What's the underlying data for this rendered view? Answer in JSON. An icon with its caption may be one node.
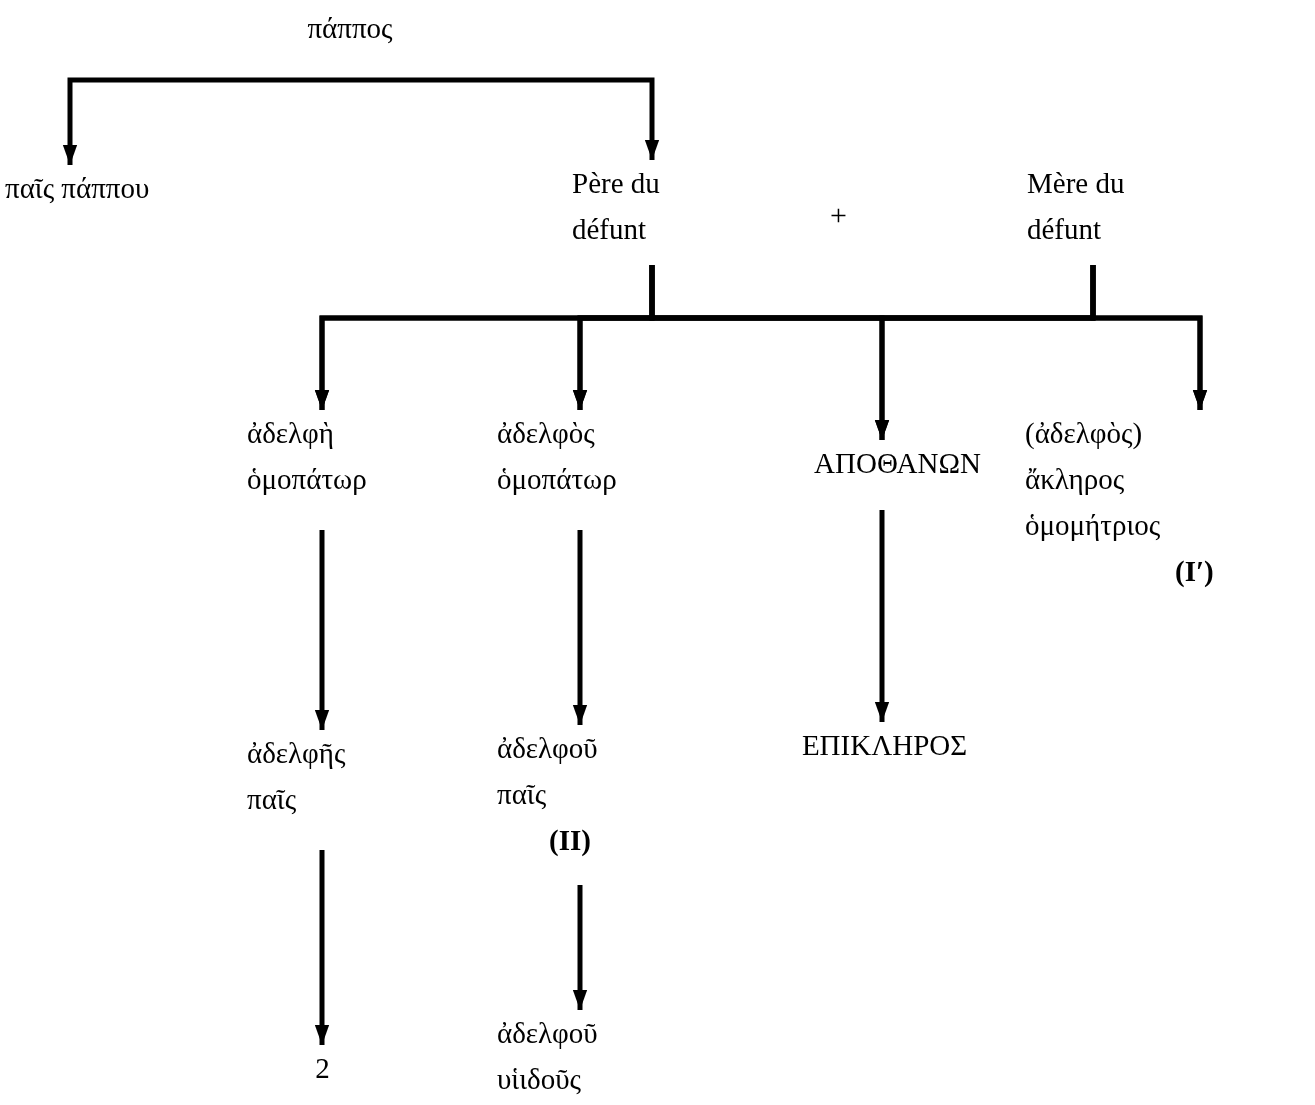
{
  "diagram": {
    "nodes": [
      {
        "text": [
          "πάππος"
        ]
      },
      {
        "text": [
          "παῖς πάππου"
        ]
      },
      {
        "text": [
          "Père du défunt"
        ]
      },
      {
        "text": [
          "Mère du défunt"
        ]
      },
      {
        "text": [
          "ἀδελφὴ ὁμοπάτωρ"
        ]
      },
      {
        "text": [
          "ἀδελφὸς ὁμοπάτωρ"
        ]
      },
      {
        "text": [
          "ΑΠΟΘΑΝΩΝ"
        ]
      },
      {
        "text": [
          "(ἀδελφὸς) ἄκληρος ὁμομήτριος",
          "(I′)"
        ]
      },
      {
        "text": [
          "ἀδελφῆς παῖς"
        ]
      },
      {
        "text": [
          "ἀδελφοῦ παῖς",
          "(II)"
        ]
      },
      {
        "text": [
          "ΕΠΙΚΛΗΡΟΣ"
        ]
      },
      {
        "text": [
          "2"
        ]
      },
      {
        "text": [
          "ἀδελφοῦ υἱιδοῦς"
        ]
      }
    ],
    "edges": [
      {
        "from": 0,
        "to": 1,
        "arrow": "to"
      },
      {
        "from": 0,
        "to": 2,
        "arrow": "to"
      },
      {
        "from": 2,
        "to": 4,
        "arrow": "to"
      },
      {
        "from": 2,
        "to": 5,
        "arrow": "to"
      },
      {
        "from": 2,
        "to": 6,
        "arrow": "to"
      },
      {
        "from": 2,
        "to": 7,
        "arrow": "to"
      },
      {
        "from": 3,
        "to": 4,
        "arrow": "to"
      },
      {
        "from": 3,
        "to": 5,
        "arrow": "to"
      },
      {
        "from": 3,
        "to": 6,
        "arrow": "to"
      },
      {
        "from": 3,
        "to": 7,
        "arrow": "to"
      },
      {
        "from": 4,
        "to": 8,
        "arrow": "to"
      },
      {
        "from": 8,
        "to": 11,
        "arrow": "to"
      },
      {
        "from": 5,
        "to": 9,
        "arrow": "to"
      },
      {
        "from": 9,
        "to": 12,
        "arrow": "to"
      },
      {
        "from": 6,
        "to": 10,
        "arrow": "to"
      }
    ],
    "labels": [
      "+"
    ]
  }
}
